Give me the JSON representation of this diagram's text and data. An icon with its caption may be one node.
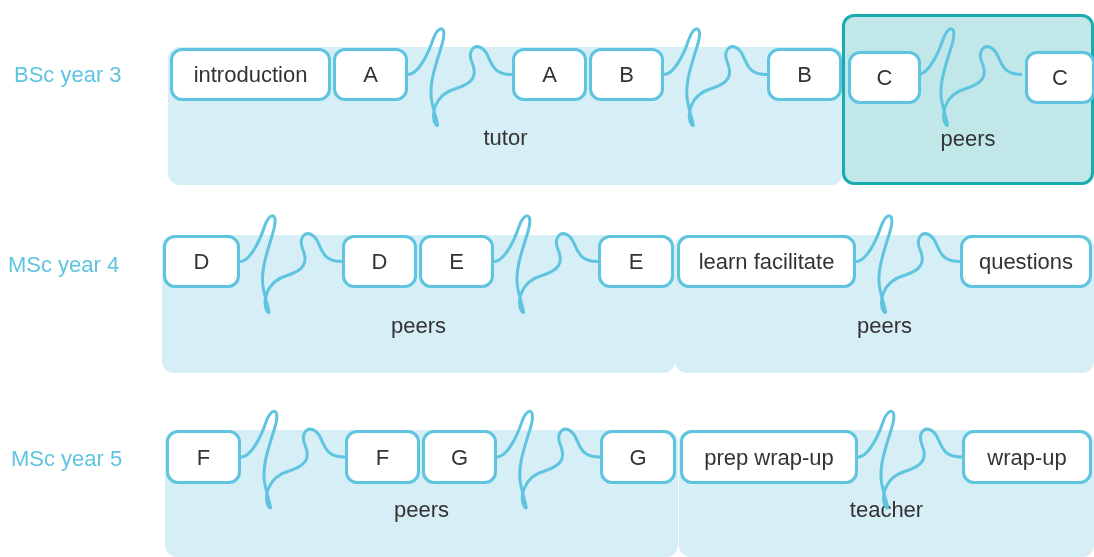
{
  "diagram": {
    "nodes": [
      {
        "text": [
          "tutor"
        ]
      },
      {
        "text": [
          "introduction"
        ],
        "in": 0
      },
      {
        "text": [
          "A"
        ],
        "in": 0
      },
      {
        "text": [
          "A"
        ],
        "in": 0
      },
      {
        "text": [
          "B"
        ],
        "in": 0
      },
      {
        "text": [
          "B"
        ],
        "in": 0
      },
      {
        "text": [
          "peers"
        ]
      },
      {
        "text": [
          "C"
        ],
        "in": 6
      },
      {
        "text": [
          "C"
        ],
        "in": 6
      },
      {
        "text": [
          "peers"
        ]
      },
      {
        "text": [
          "D"
        ],
        "in": 9
      },
      {
        "text": [
          "D"
        ],
        "in": 9
      },
      {
        "text": [
          "E"
        ],
        "in": 9
      },
      {
        "text": [
          "E"
        ],
        "in": 9
      },
      {
        "text": [
          "peers"
        ]
      },
      {
        "text": [
          "learn facilitate"
        ],
        "in": 14
      },
      {
        "text": [
          "questions"
        ],
        "in": 14
      },
      {
        "text": [
          "peers"
        ]
      },
      {
        "text": [
          "F"
        ],
        "in": 17
      },
      {
        "text": [
          "F"
        ],
        "in": 17
      },
      {
        "text": [
          "G"
        ],
        "in": 17
      },
      {
        "text": [
          "G"
        ],
        "in": 17
      },
      {
        "text": [
          "teacher"
        ]
      },
      {
        "text": [
          "prep wrap-up"
        ],
        "in": 22
      },
      {
        "text": [
          "wrap-up"
        ],
        "in": 22
      }
    ],
    "edges": [
      {
        "from": 2,
        "to": 3,
        "arrow": "none"
      },
      {
        "from": 4,
        "to": 5,
        "arrow": "none"
      },
      {
        "from": 7,
        "to": 8,
        "arrow": "none"
      },
      {
        "from": 10,
        "to": 11,
        "arrow": "none"
      },
      {
        "from": 12,
        "to": 13,
        "arrow": "none"
      },
      {
        "from": 15,
        "to": 16,
        "arrow": "none"
      },
      {
        "from": 18,
        "to": 19,
        "arrow": "none"
      },
      {
        "from": 20,
        "to": 21,
        "arrow": "none"
      },
      {
        "from": 23,
        "to": 24,
        "arrow": "none"
      }
    ],
    "labels": [
      "BSc year 3",
      "MSc year 4",
      "MSc year 5"
    ]
  }
}
